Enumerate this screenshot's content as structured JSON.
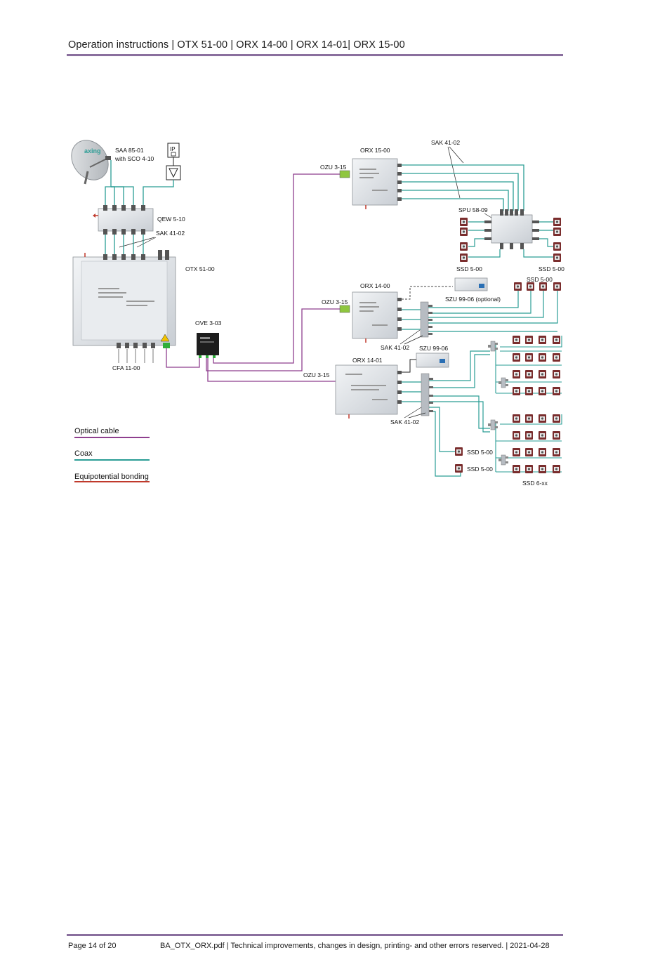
{
  "header": {
    "title": "Operation instructions | OTX 51-00 | ORX 14-00 | ORX 14-01| ORX 15-00"
  },
  "footer": {
    "page": "Page 14 of 20",
    "note": "BA_OTX_ORX.pdf | Technical improvements, changes in design, printing- and other errors reserved. | 2021-04-28"
  },
  "diagram": {
    "brand": "axing",
    "ip_label": "IP",
    "labels": {
      "saa": "SAA 85-01",
      "saa_sub": "with SCO 4-10",
      "qew": "QEW 5-10",
      "sak_top_left": "SAK 41-02",
      "otx": "OTX 51-00",
      "cfa": "CFA 11-00",
      "ove": "OVE 3-03",
      "ozu_1": "OZU 3-15",
      "orx15": "ORX 15-00",
      "sak_top_right": "SAK 41-02",
      "spu": "SPU 58-09",
      "ssd_left": "SSD 5-00",
      "ssd_right": "SSD 5-00",
      "ozu_2": "OZU 3-15",
      "orx14_00": "ORX 14-00",
      "szu_optional": "SZU 99-06 (optional)",
      "ssd_top": "SSD 5-00",
      "sak_mid": "SAK 41-02",
      "szu": "SZU 99-06",
      "orx14_01": "ORX 14-01",
      "ozu_3": "OZU 3-15",
      "sak_bottom": "SAK 41-02",
      "ssd_a": "SSD 5-00",
      "ssd_b": "SSD 5-00",
      "ssd6": "SSD 6-xx"
    },
    "legend": [
      {
        "label": "Optical cable",
        "color": "#8e3f8e"
      },
      {
        "label": "Coax",
        "color": "#2a9d95"
      },
      {
        "label": "Equipotential bonding",
        "color": "#c0392b"
      }
    ],
    "colors": {
      "optical": "#8e3f8e",
      "coax": "#2a9d95",
      "bonding": "#c0392b",
      "rule": "#8a6f9e"
    }
  }
}
